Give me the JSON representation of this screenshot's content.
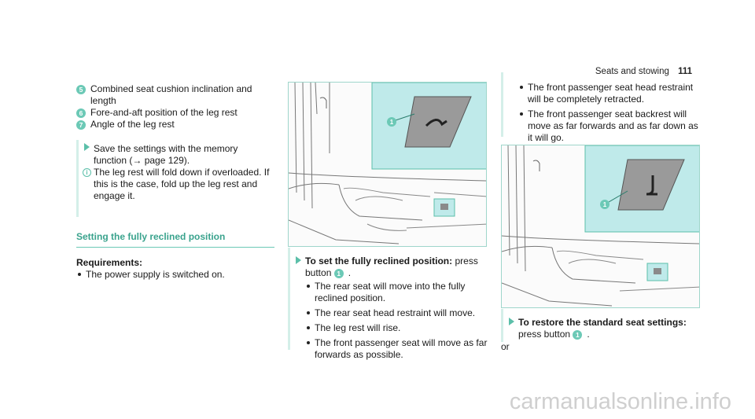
{
  "header": {
    "section": "Seats and stowing",
    "page": "111"
  },
  "column1": {
    "items": [
      {
        "marker": "5",
        "text": "Combined seat cushion inclination and length"
      },
      {
        "marker": "6",
        "text": "Fore-and-aft position of the leg rest"
      },
      {
        "marker": "7",
        "text": "Angle of the leg rest"
      }
    ],
    "action": "Save the settings with the memory function (→ page 129).",
    "note": "The leg rest will fold down if overloaded. If this is the case, fold up the leg rest and engage it.",
    "section_title": "Setting the fully reclined position",
    "requirements_label": "Requirements:",
    "requirements": [
      "The power supply is switched on."
    ]
  },
  "figure1": {
    "callout": "1"
  },
  "column2": {
    "action_bold": "To set the fully reclined position:",
    "action_rest": "press button",
    "button_marker": "1",
    "bullets": [
      "The rear seat will move into the fully reclined position.",
      "The rear seat head restraint will move.",
      "The leg rest will rise.",
      "The front passenger seat will move as far forwards as possible."
    ]
  },
  "column3": {
    "bullets": [
      "The front passenger seat head restraint will be completely retracted.",
      "The front passenger seat backrest will move as far forwards and as far down as it will go."
    ],
    "action_bold": "To restore the standard seat settings:",
    "action_rest": "press button",
    "button_marker": "1",
    "or": "or"
  },
  "figure2": {
    "callout": "1"
  },
  "watermark": "carmanualsonline.info",
  "colors": {
    "accent": "#6cc9b6",
    "panel": "#bfeaea"
  }
}
